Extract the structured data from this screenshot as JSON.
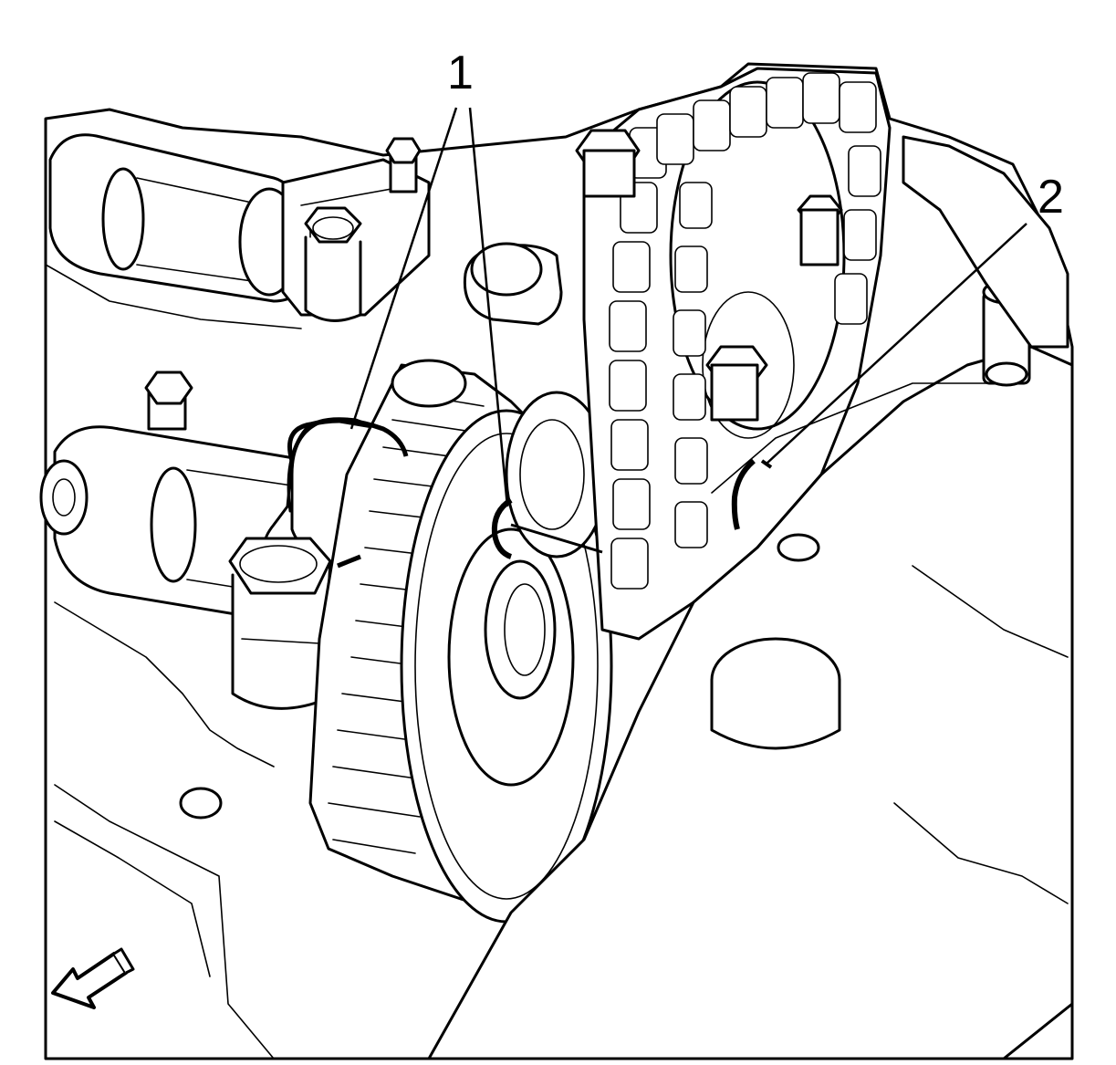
{
  "figure": {
    "background": "#ffffff",
    "line_color": "#000000",
    "callouts": [
      {
        "id": "callout-1",
        "label": "1"
      },
      {
        "id": "callout-2",
        "label": "2"
      }
    ],
    "direction_arrow": "front-arrow-icon"
  }
}
